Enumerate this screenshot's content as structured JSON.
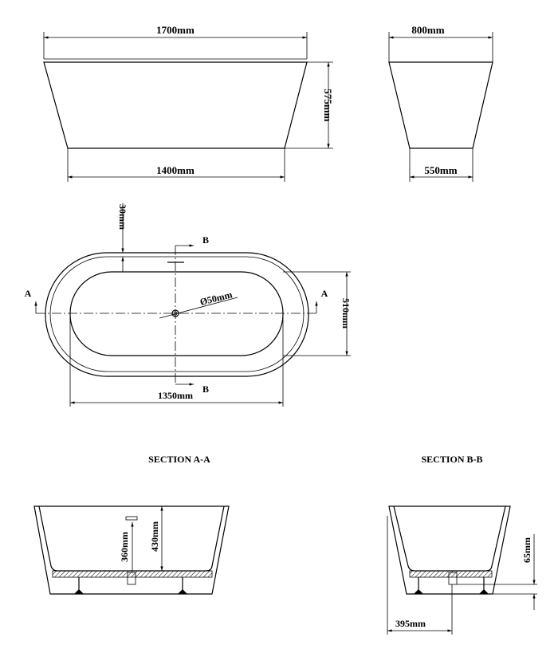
{
  "colors": {
    "line": "#000000",
    "background": "#ffffff"
  },
  "front_view": {
    "top_width": "1700mm",
    "bottom_width": "1400mm",
    "height": "575mm"
  },
  "side_view": {
    "top_width": "800mm",
    "bottom_width": "550mm"
  },
  "plan_view": {
    "rim": "30mm",
    "drain": "Ø50mm",
    "inner_width": "510mm",
    "inner_length": "1350mm",
    "section_a_left": "A",
    "section_a_right": "A",
    "section_b_top": "B",
    "section_b_bottom": "B"
  },
  "section_a": {
    "title": "SECTION A-A",
    "overflow_height": "360mm",
    "depth": "430mm"
  },
  "section_b": {
    "title": "SECTION B-B",
    "drain_height": "65mm",
    "drain_offset": "395mm"
  }
}
